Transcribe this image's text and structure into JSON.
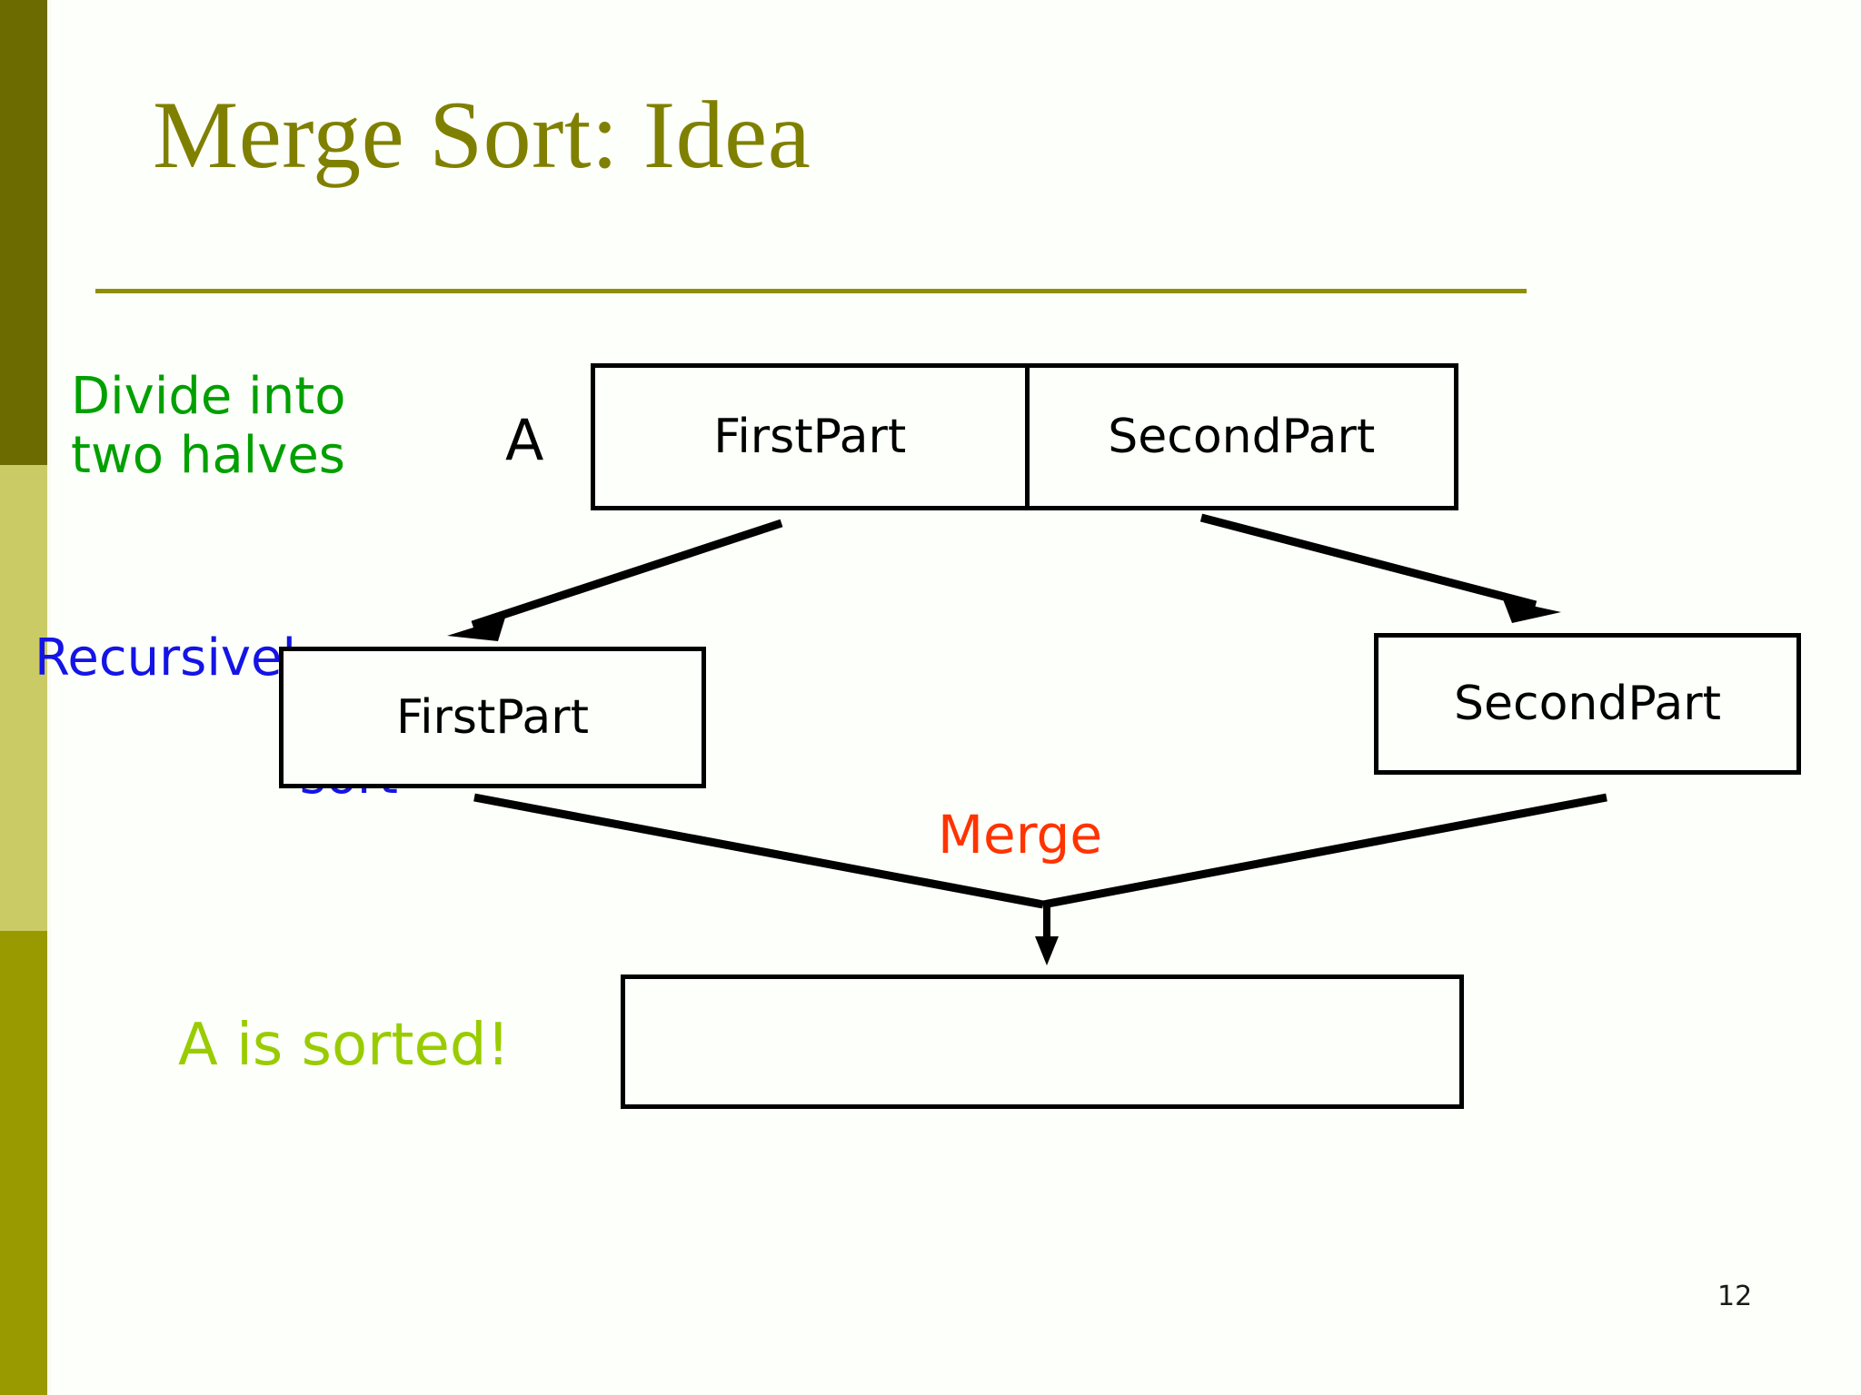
{
  "slide": {
    "title": "Merge Sort: Idea",
    "page_number": "12",
    "background_color": "#fdfffa",
    "accent_color": "#808000"
  },
  "sidebar": {
    "bands": [
      {
        "name": "top",
        "color": "#6b6b00"
      },
      {
        "name": "middle",
        "color": "#cbcb66"
      },
      {
        "name": "bottom",
        "color": "#999900"
      }
    ]
  },
  "captions": {
    "divide": "Divide into\ntwo halves",
    "divide_color": "#00a000",
    "recursive_line1": "Recursively",
    "recursive_line2": "sort",
    "recursive_color": "#1414e6",
    "merge": "Merge",
    "merge_color": "#ff3300",
    "sorted": "A is sorted!",
    "sorted_color": "#99cc00"
  },
  "diagram": {
    "array_label": "A",
    "top_box": {
      "left_half": "FirstPart",
      "right_half": "SecondPart"
    },
    "mid_boxes": {
      "left": "FirstPart",
      "right": "SecondPart"
    },
    "result_box": ""
  }
}
